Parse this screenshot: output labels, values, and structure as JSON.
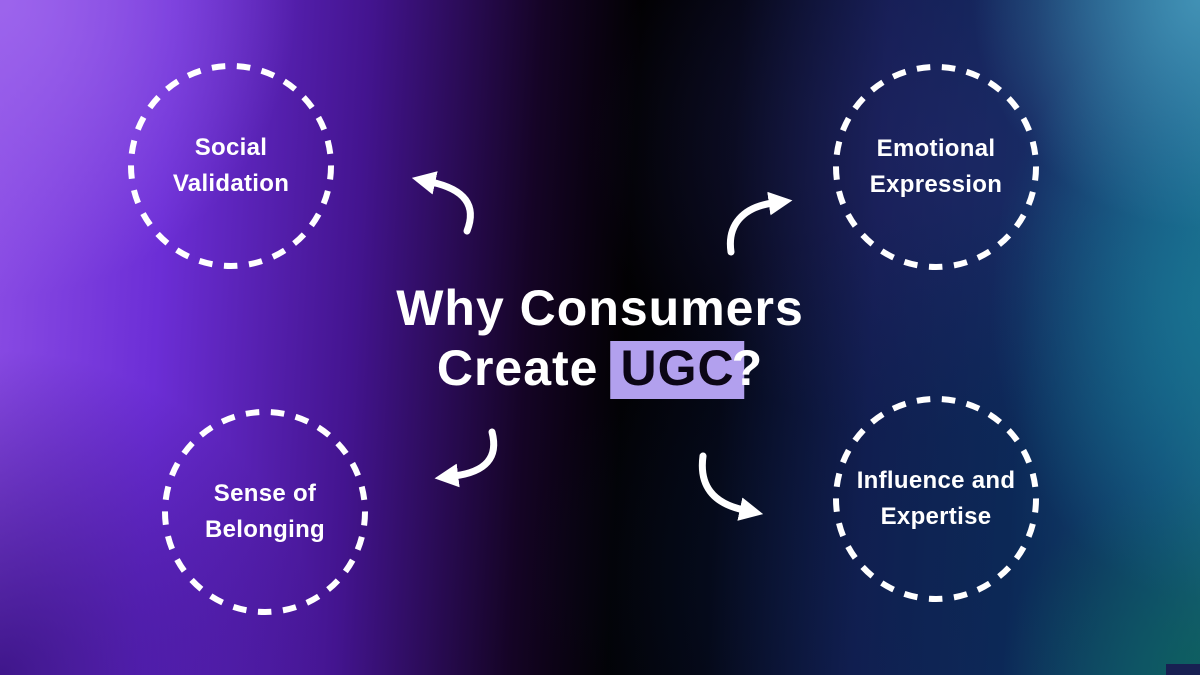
{
  "title": {
    "line1": "Why Consumers",
    "line2_prefix": "Create",
    "line2_highlight": "UGC",
    "line2_suffix": "?"
  },
  "reasons": [
    {
      "id": "social-validation",
      "position": "top-left",
      "line1": "Social",
      "line2": "Validation",
      "label": "Social Validation"
    },
    {
      "id": "emotional-expression",
      "position": "top-right",
      "line1": "Emotional",
      "line2": "Expression",
      "label": "Emotional Expression"
    },
    {
      "id": "sense-of-belonging",
      "position": "bottom-left",
      "line1": "Sense of",
      "line2": "Belonging",
      "label": "Sense of Belonging"
    },
    {
      "id": "influence-expertise",
      "position": "bottom-right",
      "line1": "Influence and",
      "line2": "Expertise",
      "label": "Influence and Expertise"
    }
  ],
  "icons": {
    "circle_border": "dashed-circle",
    "arrow_top_left": "curved-arrow-up-left",
    "arrow_top_right": "curved-arrow-up-right",
    "arrow_bottom_left": "curved-arrow-down-left",
    "arrow_bottom_right": "curved-arrow-down-right"
  },
  "colors": {
    "text": "#ffffff",
    "highlight_bg": "#b2a0ee",
    "highlight_text": "#0c0616",
    "circle_stroke": "#ffffff",
    "arrow_stroke": "#ffffff",
    "bg_left_purple": "#8a4ce4",
    "bg_top_left_purple": "#9a63e8",
    "bg_bottom_left_indigo": "#4a12a8",
    "bg_center_black": "#040208",
    "bg_top_right_blue": "#4da0b8",
    "bg_right_teal": "#1a7492",
    "bg_bottom_right_teal": "#0b5f58",
    "bg_bottom_right_navy": "#0d2a55",
    "corner_rect": "#182052"
  }
}
